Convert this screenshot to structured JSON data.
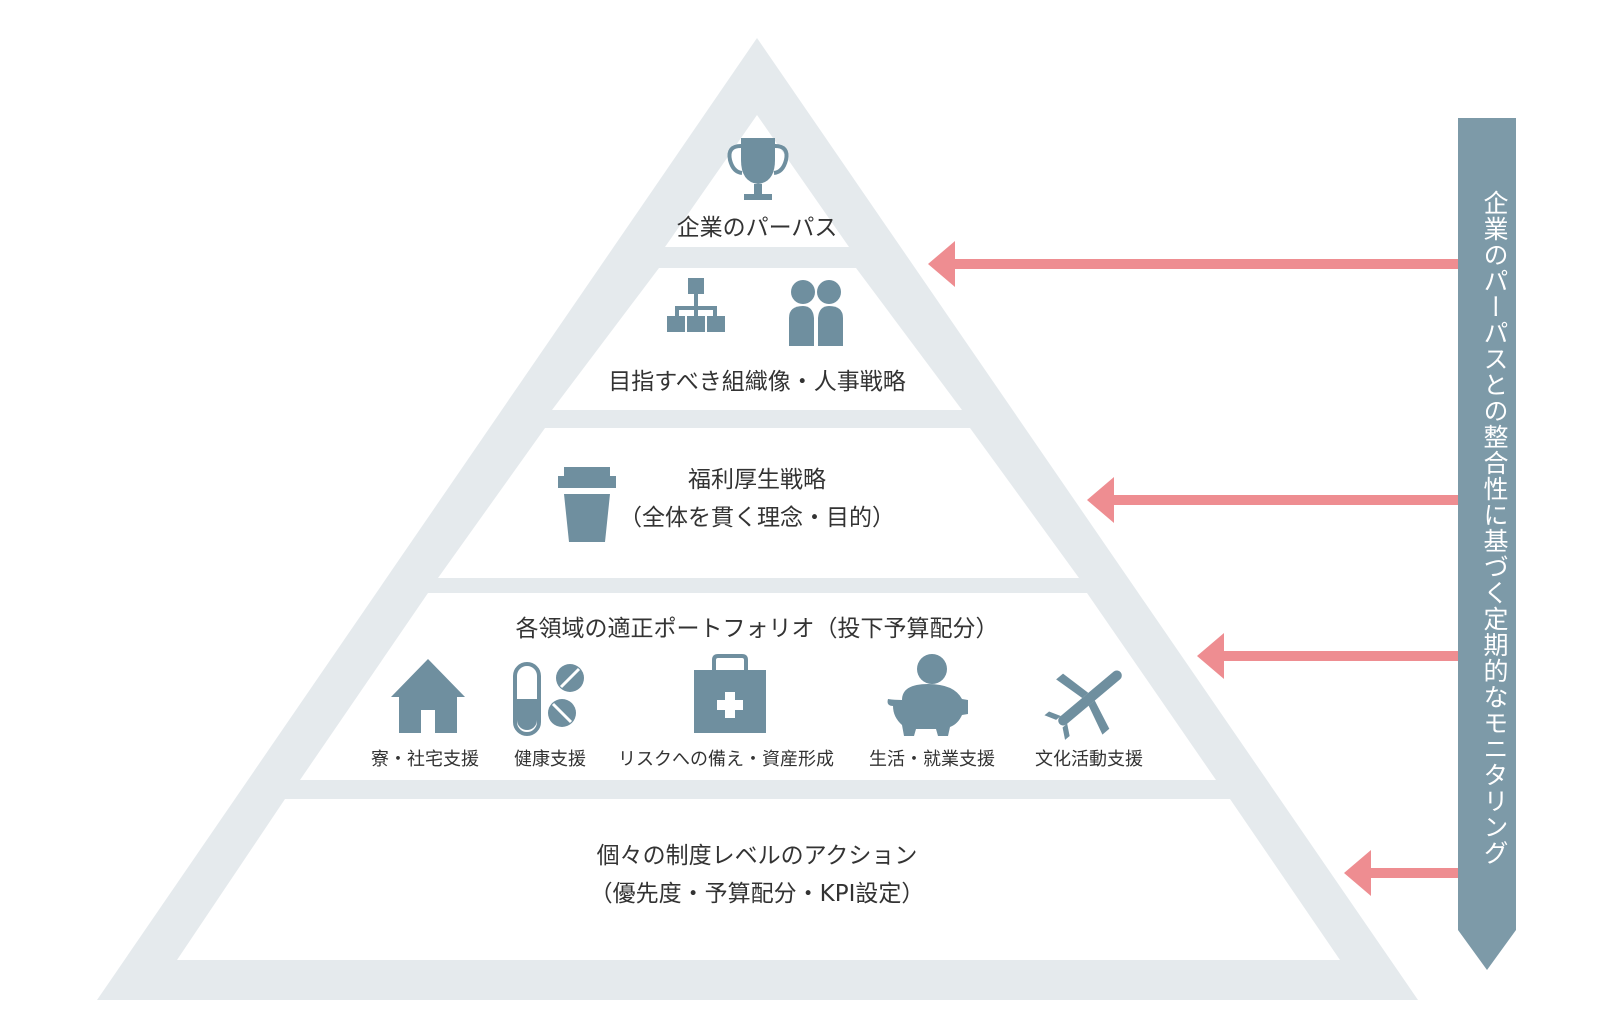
{
  "colors": {
    "pyramid_frame": "#e5eaed",
    "icon": "#6f8f9f",
    "arrow": "#ee8d91",
    "bar": "#7d9aa8",
    "text": "#333333"
  },
  "tiers": {
    "purpose": {
      "label": "企業のパーパス",
      "icon": "trophy-icon"
    },
    "org": {
      "label": "目指すべき組織像・人事戦略",
      "icons": [
        "org-chart-icon",
        "people-icon"
      ]
    },
    "welfare": {
      "line1": "福利厚生戦略",
      "line2": "（全体を貫く理念・目的）",
      "icon": "cup-icon"
    },
    "portfolio": {
      "title": "各領域の適正ポートフォリオ（投下予算配分）",
      "items": [
        {
          "label": "寮・社宅支援",
          "icon": "house-icon"
        },
        {
          "label": "健康支援",
          "icon": "pills-icon"
        },
        {
          "label": "リスクへの備え・資産形成",
          "icon": "first-aid-kit-icon"
        },
        {
          "label": "生活・就業支援",
          "icon": "piggy-bank-icon"
        },
        {
          "label": "文化活動支援",
          "icon": "airplane-icon"
        }
      ]
    },
    "actions": {
      "line1": "個々の制度レベルのアクション",
      "line2": "（優先度・予算配分・KPI設定）"
    }
  },
  "side_bar": {
    "label": "企業のパーパスとの整合性に基づく定期的なモニタリング"
  }
}
